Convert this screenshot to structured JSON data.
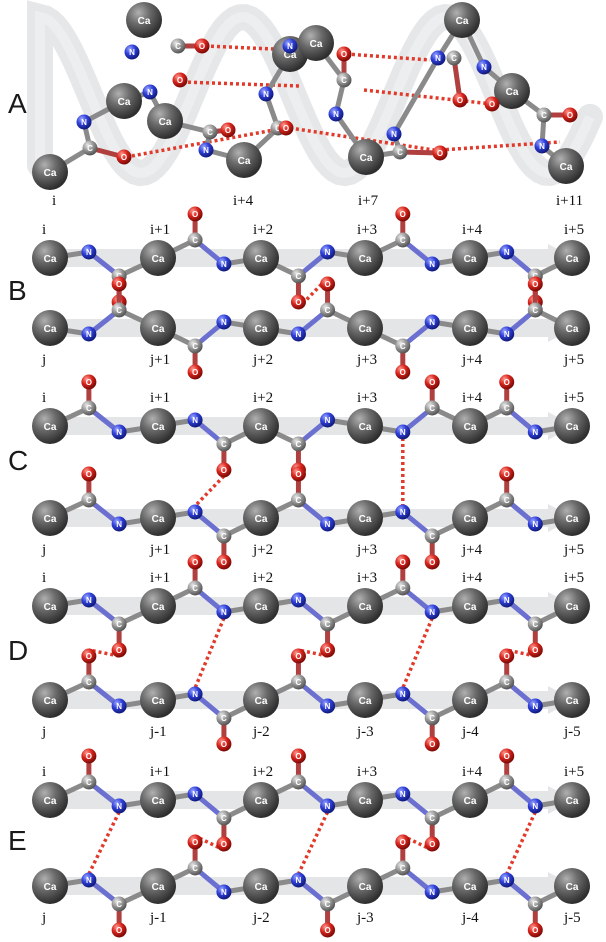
{
  "atoms": {
    "ca": "Ca",
    "n": "N",
    "c": "C",
    "o": "O"
  },
  "colors": {
    "ca": "#6e6e6e",
    "nitrogen": "#2f3fd8",
    "carbon": "#9a9a9a",
    "oxygen": "#d8241c",
    "hbond": "#e23a2a",
    "ribbon": "#dcdfe0"
  },
  "panels": [
    {
      "id": "A",
      "letter": "A",
      "labels": [
        "i",
        "i+4",
        "i+7",
        "i+11"
      ]
    },
    {
      "id": "B",
      "letter": "B",
      "top_labels": [
        "i",
        "i+1",
        "i+2",
        "i+3",
        "i+4",
        "i+5"
      ],
      "bottom_labels": [
        "j",
        "j+1",
        "j+2",
        "j+3",
        "j+4",
        "j+5"
      ]
    },
    {
      "id": "C",
      "letter": "C",
      "top_labels": [
        "i",
        "i+1",
        "i+2",
        "i+3",
        "i+4",
        "i+5"
      ],
      "bottom_labels": [
        "j",
        "j+1",
        "j+2",
        "j+3",
        "j+4",
        "j+5"
      ]
    },
    {
      "id": "D",
      "letter": "D",
      "top_labels": [
        "i",
        "i+1",
        "i+2",
        "i+3",
        "i+4",
        "i+5"
      ],
      "bottom_labels": [
        "j",
        "j-1",
        "j-2",
        "j-3",
        "j-4",
        "j-5"
      ]
    },
    {
      "id": "E",
      "letter": "E",
      "top_labels": [
        "i",
        "i+1",
        "i+2",
        "i+3",
        "i+4",
        "i+5"
      ],
      "bottom_labels": [
        "j",
        "j-1",
        "j-2",
        "j-3",
        "j-4",
        "j-5"
      ]
    }
  ]
}
